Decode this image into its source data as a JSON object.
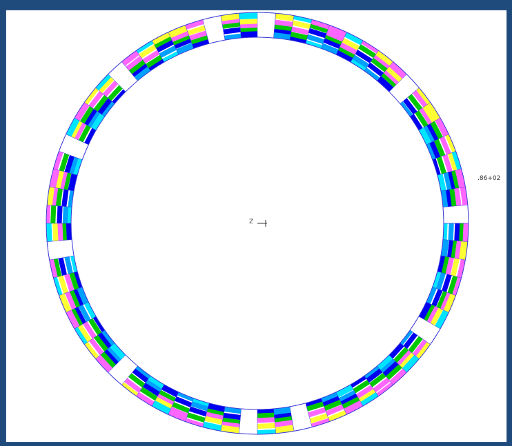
{
  "plot": {
    "value_annotation": ".86+02",
    "axis_label": "Z",
    "colors": {
      "background": "#1e4a7c",
      "canvas": "#ffffff",
      "outline": "#3b3bd6",
      "bands": [
        "#00e5ff",
        "#00a0ff",
        "#0000f0",
        "#00c800",
        "#ff66ff",
        "#ffff33"
      ]
    },
    "ring": {
      "segment_count": 72,
      "blank_segments": [
        0,
        9,
        17,
        24,
        33,
        36,
        44,
        52,
        58,
        63,
        69
      ]
    }
  }
}
